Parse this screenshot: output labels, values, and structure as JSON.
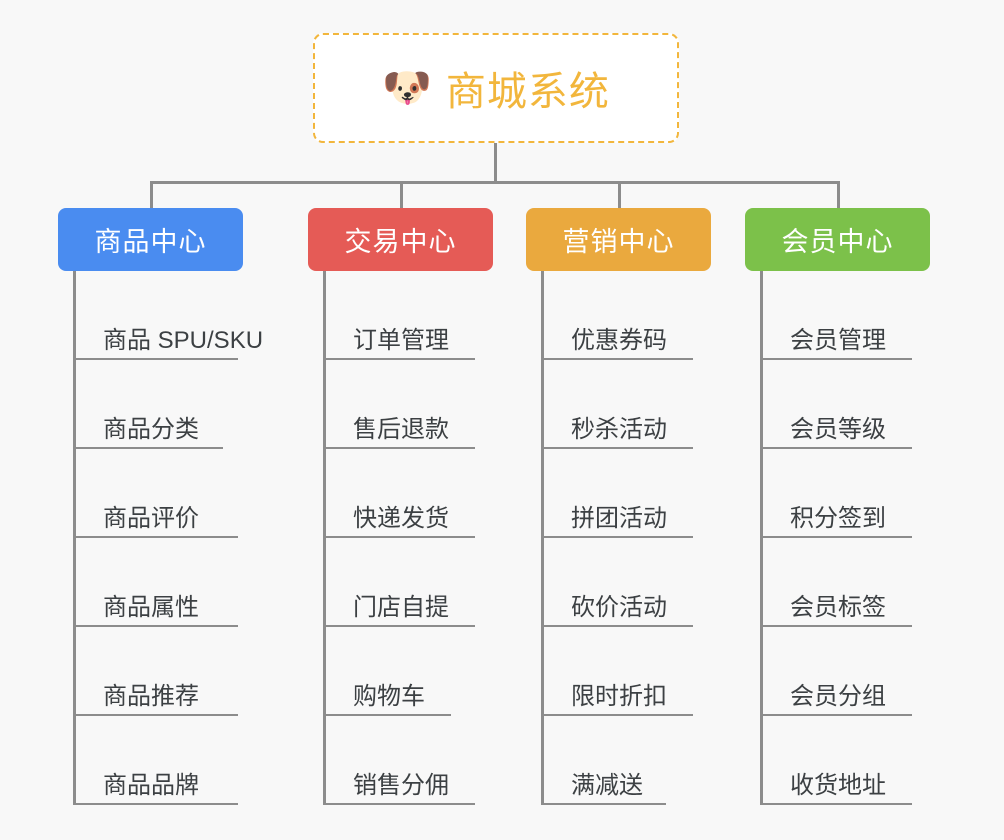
{
  "background_color": "#f8f8f8",
  "root": {
    "icon": "dog-face-emoji",
    "emoji": "🐶",
    "title": "商城系统",
    "border_color": "#f2b63c",
    "text_color": "#f2b63c",
    "fill_color": "#ffffff"
  },
  "connector_color": "#8c8c8c",
  "branches": [
    {
      "label": "商品中心",
      "color": "#4a8cf0",
      "items": [
        "商品 SPU/SKU",
        "商品分类",
        "商品评价",
        "商品属性",
        "商品推荐",
        "商品品牌"
      ]
    },
    {
      "label": "交易中心",
      "color": "#e55b56",
      "items": [
        "订单管理",
        "售后退款",
        "快递发货",
        "门店自提",
        "购物车",
        "销售分佣"
      ]
    },
    {
      "label": "营销中心",
      "color": "#eaa93e",
      "items": [
        "优惠券码",
        "秒杀活动",
        "拼团活动",
        "砍价活动",
        "限时折扣",
        "满减送"
      ]
    },
    {
      "label": "会员中心",
      "color": "#7cc14a",
      "items": [
        "会员管理",
        "会员等级",
        "积分签到",
        "会员标签",
        "会员分组",
        "收货地址"
      ]
    }
  ]
}
